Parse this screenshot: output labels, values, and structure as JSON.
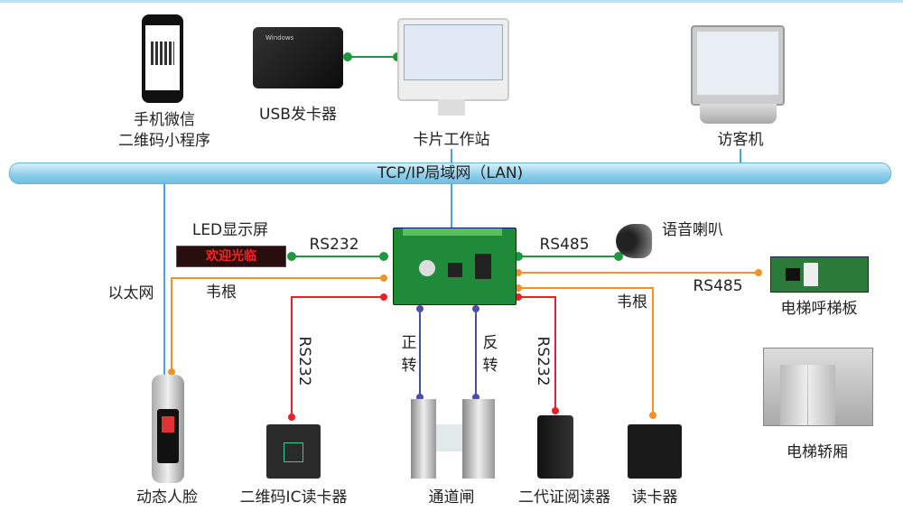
{
  "lan": {
    "label": "TCP/IP局域网（LAN)",
    "color": "#8ccdea"
  },
  "devices": {
    "phone": {
      "line1": "手机微信",
      "line2": "二维码小程序"
    },
    "usb_reader": {
      "label": "USB发卡器",
      "brand": "Windows"
    },
    "workstation": {
      "label": "卡片工作站"
    },
    "visitor": {
      "label": "访客机"
    },
    "led": {
      "label": "LED显示屏",
      "text": "欢迎光临"
    },
    "speaker": {
      "label": "语音喇叭"
    },
    "call_board": {
      "label": "电梯呼梯板"
    },
    "face": {
      "label": "动态人脸"
    },
    "qr_reader": {
      "label": "二维码IC读卡器"
    },
    "turnstile": {
      "label": "通道闸"
    },
    "id_reader": {
      "label": "二代证阅读器"
    },
    "card_reader": {
      "label": "读卡器"
    },
    "elevator": {
      "label": "电梯轿厢"
    }
  },
  "links": {
    "ethernet": "以太网",
    "led_rs232": "RS232",
    "face_wiegand": "韦根",
    "qr_rs232": "RS232",
    "forward": "正转",
    "reverse": "反转",
    "speaker_rs485": "RS485",
    "board_rs485": "RS485",
    "reader_wiegand": "韦根",
    "id_rs232": "RS232"
  },
  "colors": {
    "green": "#1a9a3c",
    "orange": "#f0922b",
    "red": "#e8202a",
    "purple": "#4b4fa8",
    "blue": "#4aa3df"
  }
}
